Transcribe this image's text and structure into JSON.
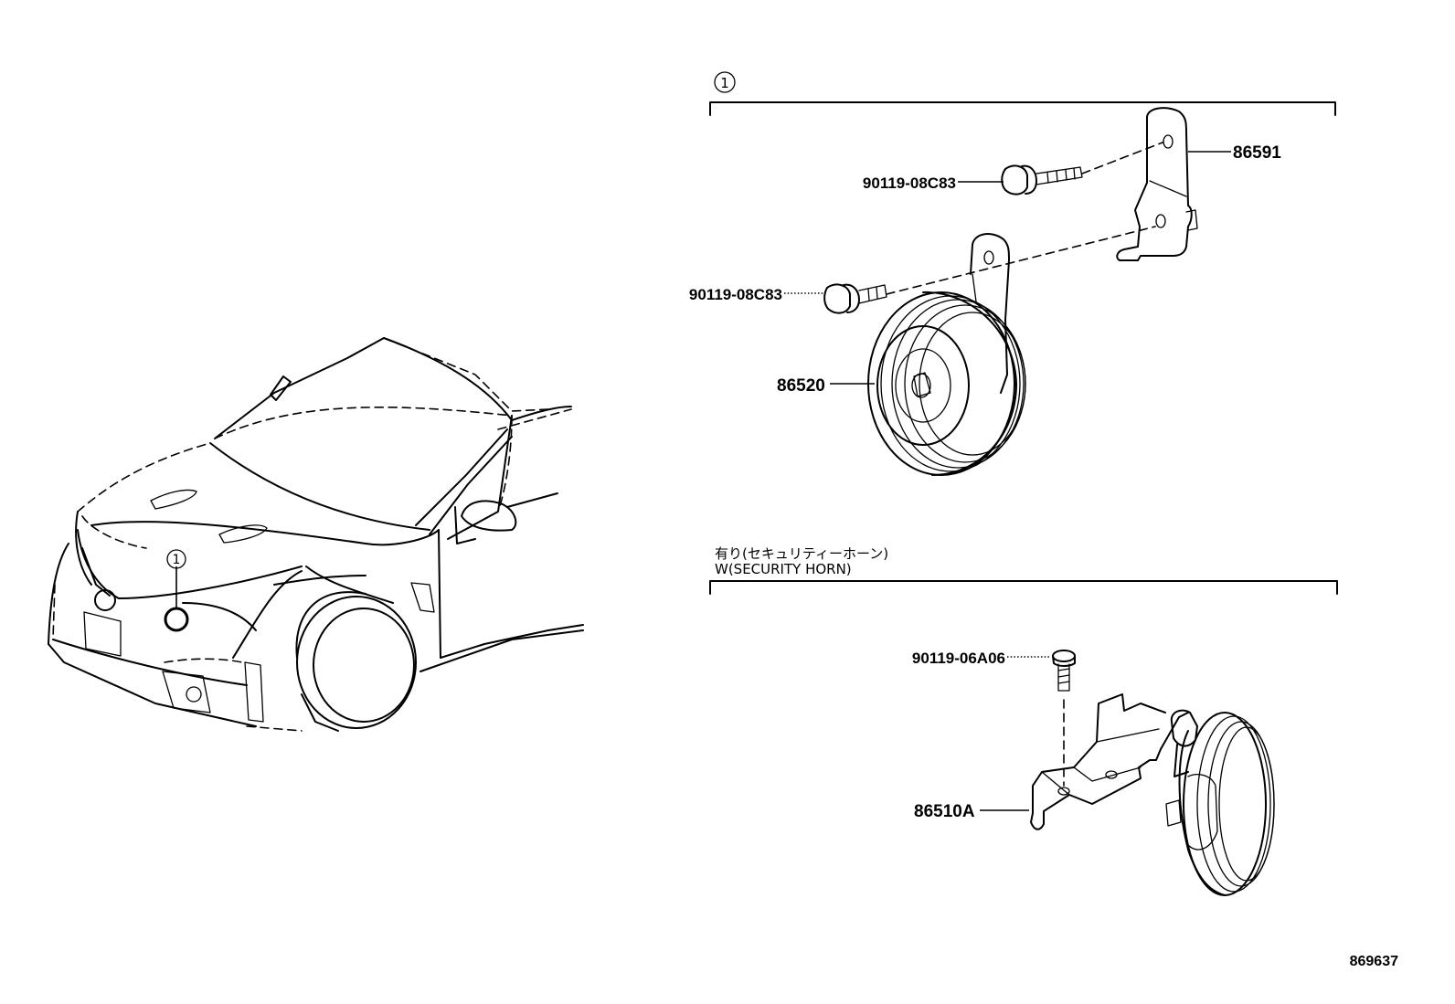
{
  "callout_number": "1",
  "section_headers": {
    "security_horn_jp": "有り(セキュリティーホーン)",
    "security_horn_en": "W(SECURITY HORN)"
  },
  "parts": {
    "bracket_top": "86591",
    "bolt_upper": "90119-08C83",
    "bolt_lower": "90119-08C83",
    "horn_main": "86520",
    "bolt_security": "90119-06A06",
    "horn_security": "86510A"
  },
  "diagram_id": "869637"
}
